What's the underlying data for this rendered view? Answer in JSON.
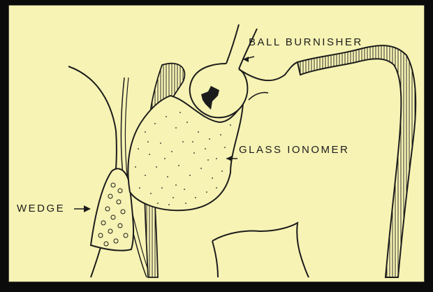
{
  "colors": {
    "background_frame": "#0b0b0b",
    "panel": "#f7f3b4",
    "ink": "#1c1c1c"
  },
  "labels": {
    "ball_burnisher": "BALL BURNISHER",
    "glass_ionomer": "GLASS IONOMER",
    "wedge": "WEDGE"
  }
}
